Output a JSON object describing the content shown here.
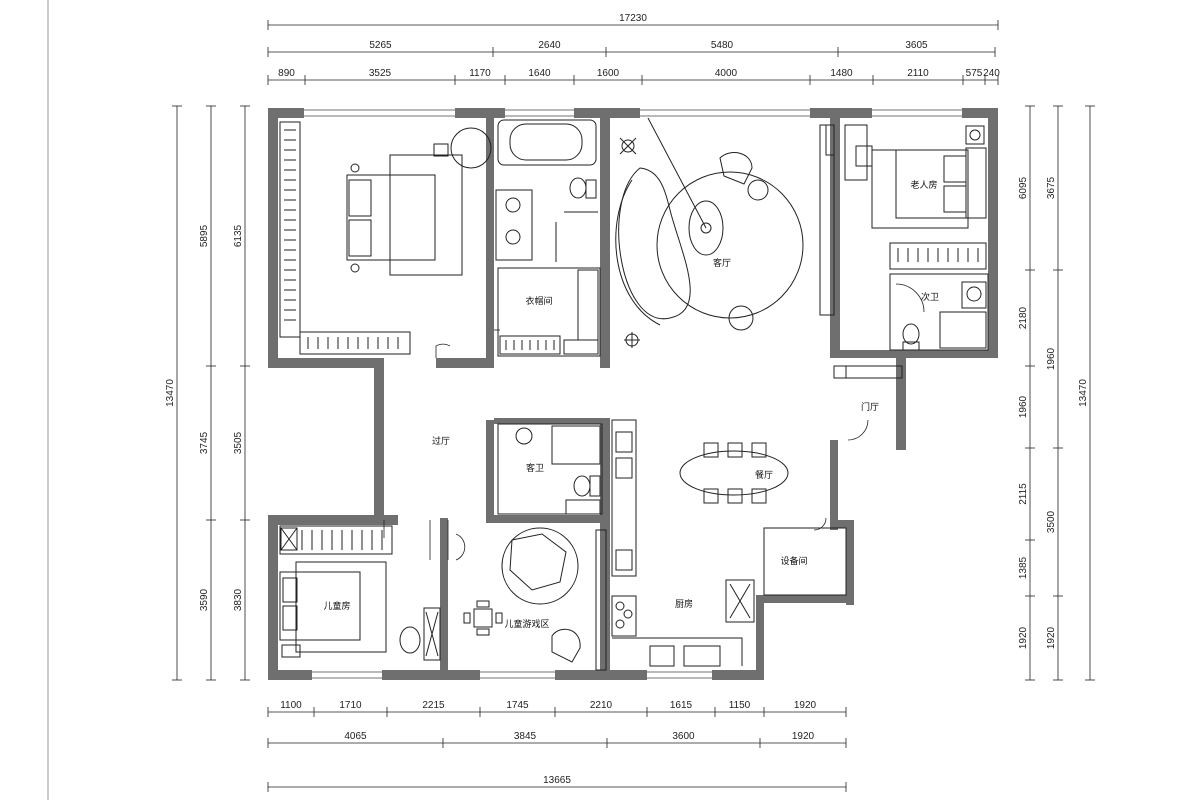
{
  "dimensions": {
    "top_total": "17230",
    "top_mid": [
      "5265",
      "2640",
      "5480",
      "3605"
    ],
    "top_detail": [
      "890",
      "3525",
      "1170",
      "1640",
      "1600",
      "4000",
      "1480",
      "2110",
      "575",
      "240"
    ],
    "bottom_detail": [
      "1100",
      "1710",
      "2215",
      "1745",
      "2210",
      "1615",
      "1150",
      "1920"
    ],
    "bottom_mid": [
      "4065",
      "3845",
      "3600",
      "1920"
    ],
    "bottom_total": "13665",
    "left_total": "13470",
    "left_outer": [
      "5895",
      "3745",
      "3590"
    ],
    "left_inner": [
      "6135",
      "3505",
      "3830"
    ],
    "right_inner": [
      "6095",
      "2180",
      "1960",
      "2115",
      "1385",
      "1920"
    ],
    "right_mid": [
      "3675",
      "1960",
      "3500",
      "1920"
    ],
    "right_total": "13470"
  },
  "rooms": {
    "living": "客厅",
    "closet": "衣帽间",
    "elder_room": "老人房",
    "second_bath": "次卫",
    "entrance": "门厅",
    "hall": "过厅",
    "guest_bath": "客卫",
    "dining": "餐厅",
    "equipment": "设备间",
    "kitchen": "厨房",
    "kids_room": "儿童房",
    "play_area": "儿童游戏区"
  },
  "colors": {
    "wall": "#6f6f6f",
    "line": "#222222"
  }
}
